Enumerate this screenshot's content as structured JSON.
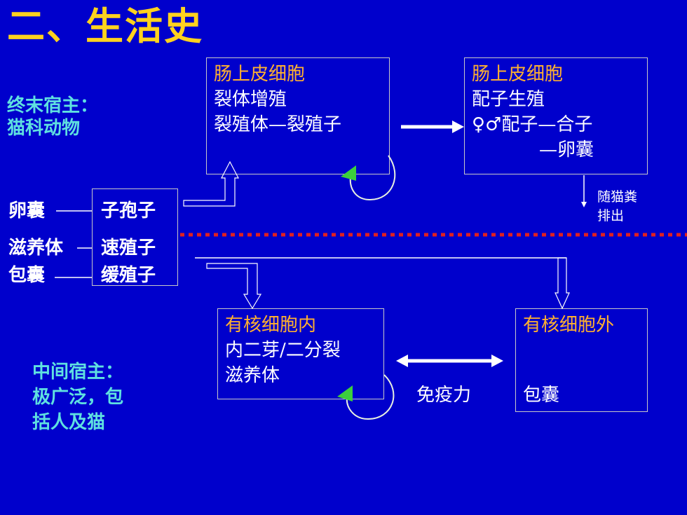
{
  "title": "二、生活史",
  "definitive_host": {
    "line1": "终末宿主：",
    "line2": "猫科动物"
  },
  "intermediate_host": {
    "line1": "中间宿主：",
    "line2": "极广泛，包",
    "line3": "括人及猫"
  },
  "box_intestine_1": {
    "title": "肠上皮细胞",
    "line2": "裂体增殖",
    "line3": "裂殖体—裂殖子"
  },
  "box_intestine_2": {
    "title": "肠上皮细胞",
    "line2": "配子生殖",
    "line3": "♀♂配子—合子",
    "line4": "—卵囊"
  },
  "excretion": {
    "line1": "随猫粪",
    "line2": "排出"
  },
  "left_stages": [
    {
      "left": "卵囊",
      "right": "子孢子"
    },
    {
      "left": "滋养体",
      "right": "速殖子"
    },
    {
      "left": "包囊",
      "right": "缓殖子"
    }
  ],
  "box_nucleated_in": {
    "title": "有核细胞内",
    "line2": "内二芽/二分裂",
    "line3": "滋养体"
  },
  "box_nucleated_out": {
    "title": "有核细胞外",
    "line2": "包囊"
  },
  "immunity_label": "免疫力",
  "colors": {
    "background": "#0000cc",
    "title": "#ffd21e",
    "host_text": "#5fe0e0",
    "box_title": "#ffb030",
    "divider": "#e02020"
  }
}
